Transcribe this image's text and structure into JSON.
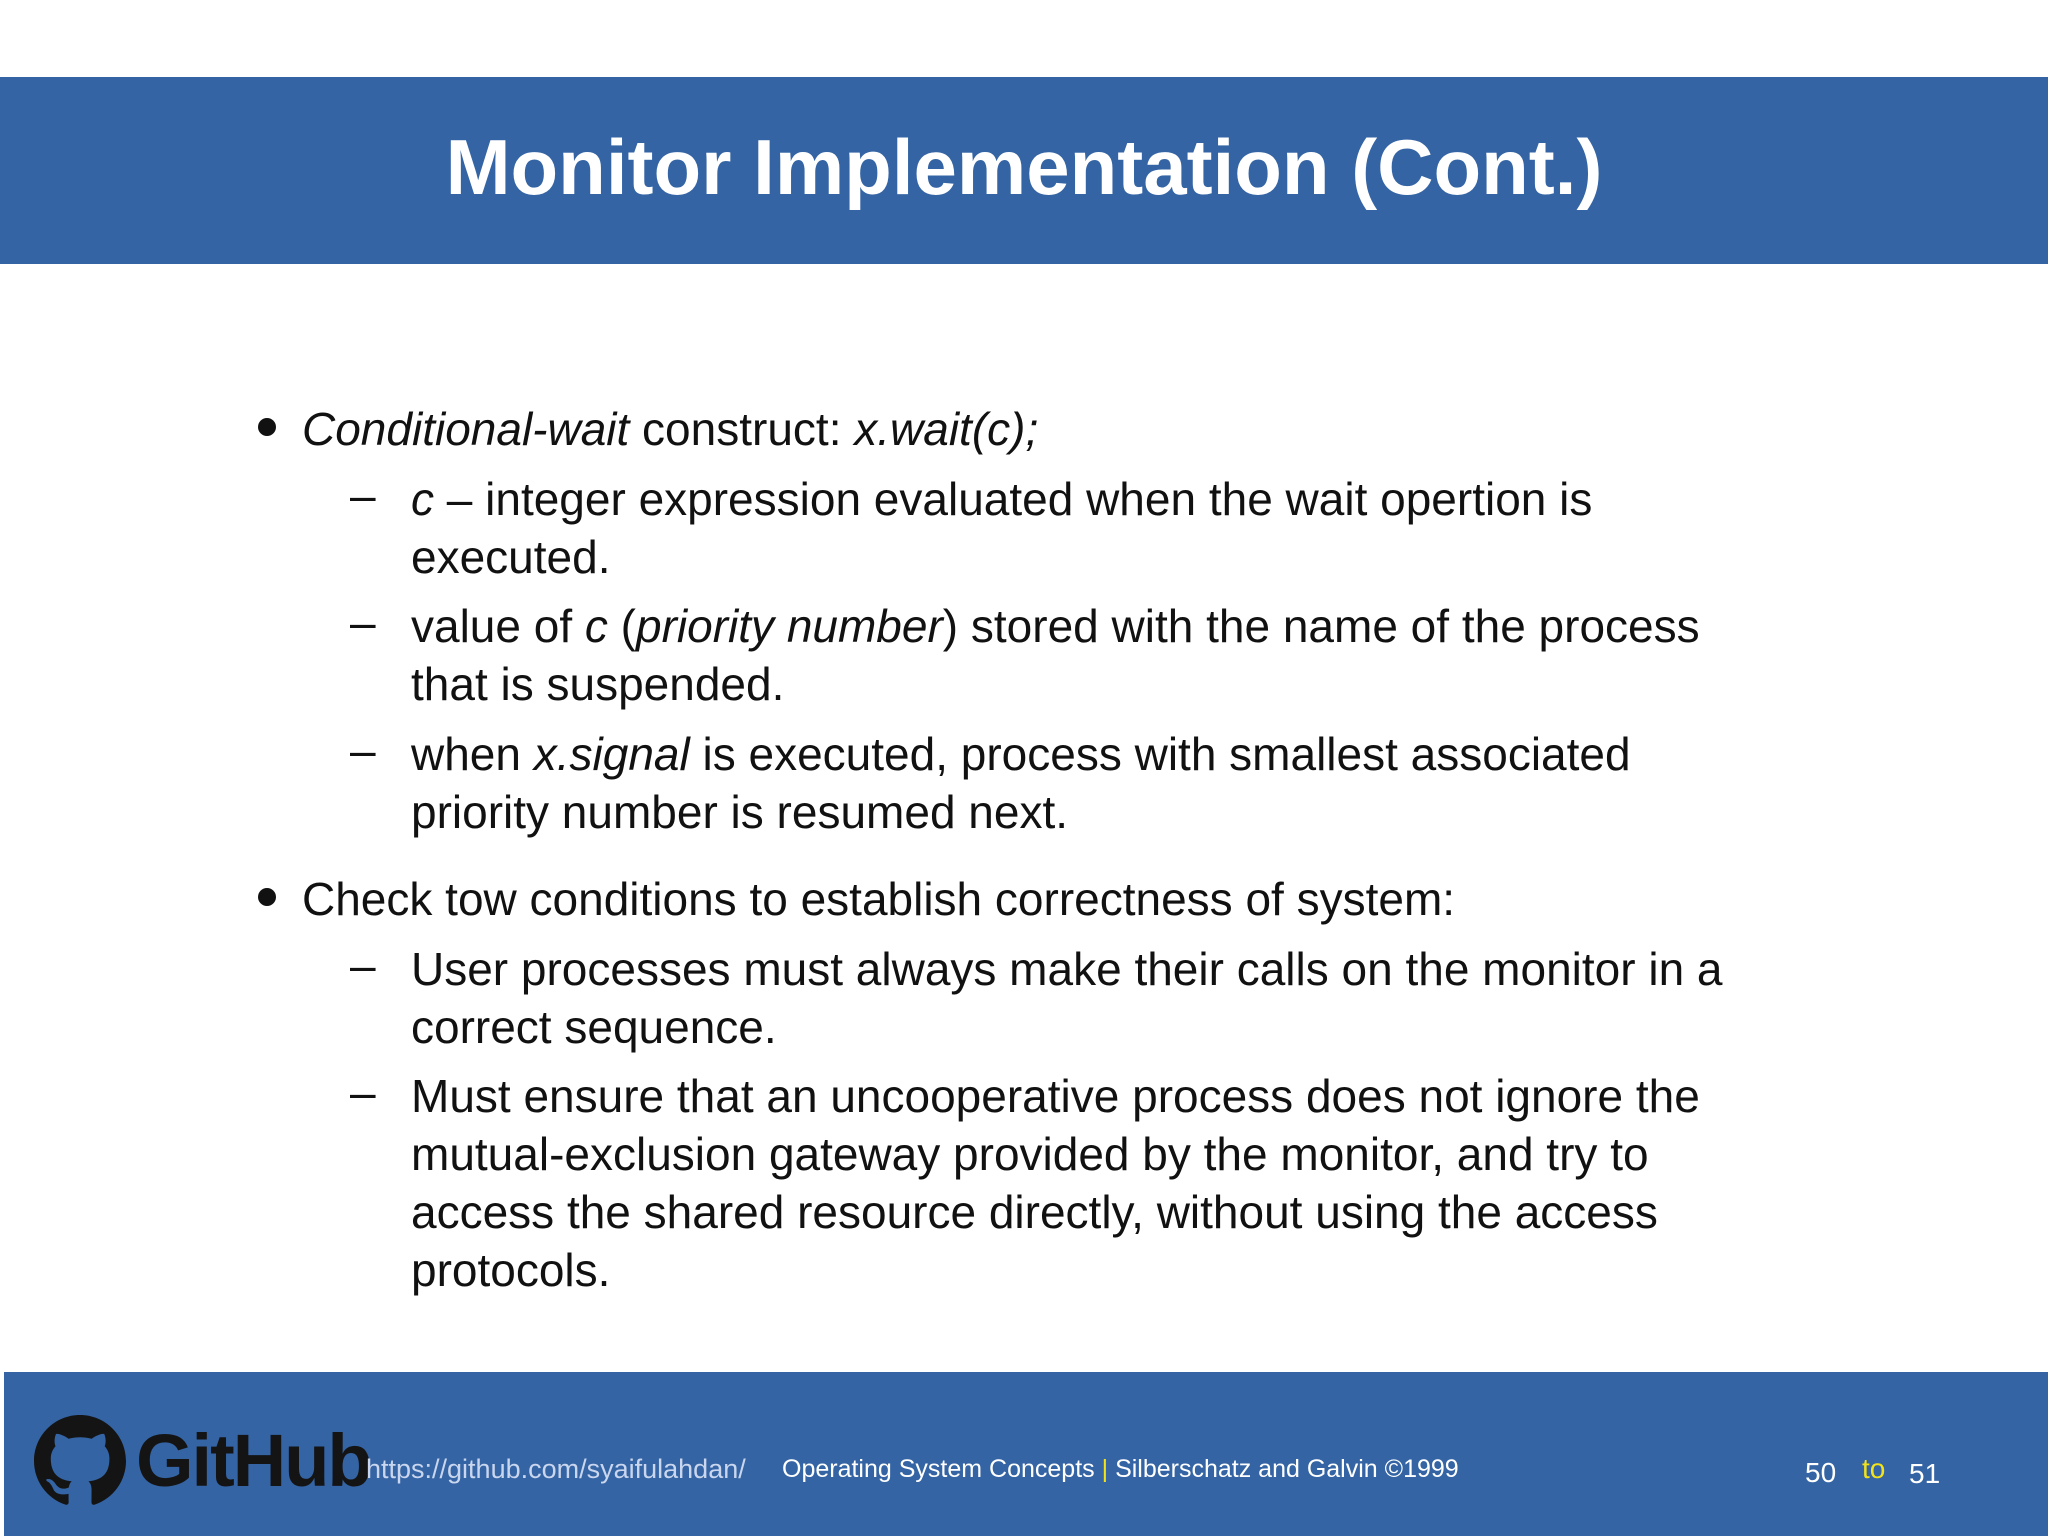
{
  "slide": {
    "title": "Monitor Implementation (Cont.)",
    "bullet1": {
      "em1": "Conditional-wait",
      "text1": " construct: ",
      "em2": "x.wait(c);"
    },
    "sub1": {
      "dash": "–",
      "em1": "c",
      "line1_rest": " – integer expression evaluated when the wait opertion is",
      "line2": "executed."
    },
    "sub2": {
      "dash": "–",
      "t1": "value of ",
      "em1": "c",
      "t2": " (",
      "em2": "priority number",
      "t3": ") stored with the name of the process",
      "line2": "that is suspended."
    },
    "sub3": {
      "dash": "–",
      "t1": "when ",
      "em1": "x.signal",
      "t2": " is executed, process with smallest associated",
      "line2": "priority number is resumed next."
    },
    "bullet2": {
      "text": "Check tow conditions to establish correctness of system:"
    },
    "sub4": {
      "dash": "–",
      "line1": "User processes must always make their calls on the monitor in a",
      "line2": "correct sequence."
    },
    "sub5": {
      "dash": "–",
      "line1": "Must ensure that an uncooperative process does not ignore the",
      "line2": "mutual-exclusion gateway provided by the monitor, and try to",
      "line3": "access the shared resource directly, without using the access",
      "line4": "protocols."
    }
  },
  "footer": {
    "logo_icon": "github-octocat-icon",
    "logo_text": "GitHub",
    "url": "https://github.com/syaifulahdan/",
    "book": "Operating System Concepts",
    "separator": "|",
    "authors": "Silberschatz and Galvin ©1999",
    "page_current": "50",
    "page_to": "to",
    "page_total": "51"
  },
  "colors": {
    "bar_blue": "#3464a4",
    "accent_yellow": "#f2e21a"
  }
}
